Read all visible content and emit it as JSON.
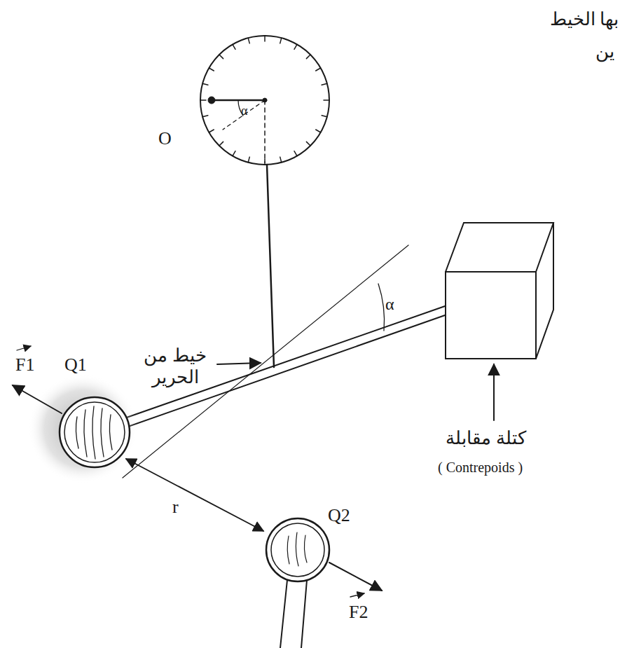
{
  "diagram": {
    "labels": [
      "بها الخيط",
      "ين",
      "O",
      "α",
      "خيط من الحرير",
      "α",
      "كتلة مقابلة",
      "( Contrepoids )",
      "F1",
      "Q1",
      "r",
      "Q2",
      "F2"
    ]
  }
}
